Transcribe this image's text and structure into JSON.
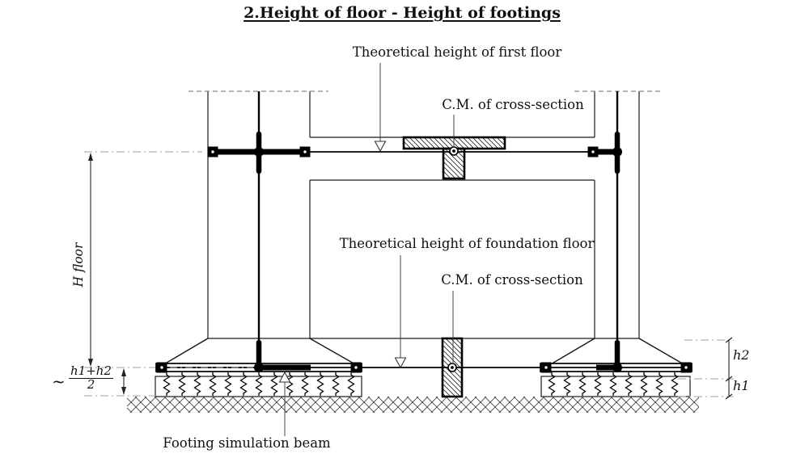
{
  "title": "2.Height of floor - Height of footings",
  "labels": {
    "first_floor_height": "Theoretical height of first floor",
    "cm_first": "C.M. of cross-section",
    "foundation_floor_height": "Theoretical height of foundation floor",
    "cm_foundation": "C.M. of cross-section",
    "footing_beam": "Footing simulation beam"
  },
  "dimensions": {
    "h_floor": "H floor",
    "approx": "~",
    "fraction_numerator": "h1+h2",
    "fraction_denominator": "2",
    "h2": "h2",
    "h1": "h1"
  }
}
